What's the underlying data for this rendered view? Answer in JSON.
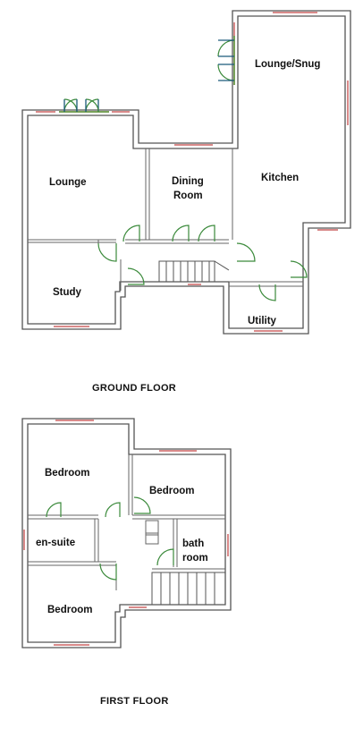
{
  "ground_floor": {
    "caption": "GROUND FLOOR",
    "rooms": {
      "lounge_snug": "Lounge/Snug",
      "lounge": "Lounge",
      "dining_line1": "Dining",
      "dining_line2": "Room",
      "kitchen": "Kitchen",
      "study": "Study",
      "utility": "Utility"
    }
  },
  "first_floor": {
    "caption": "FIRST FLOOR",
    "rooms": {
      "bedroom_1": "Bedroom",
      "bedroom_2": "Bedroom",
      "ensuite": "en-suite",
      "bath_line1": "bath",
      "bath_line2": "room",
      "bedroom_3": "Bedroom"
    }
  }
}
